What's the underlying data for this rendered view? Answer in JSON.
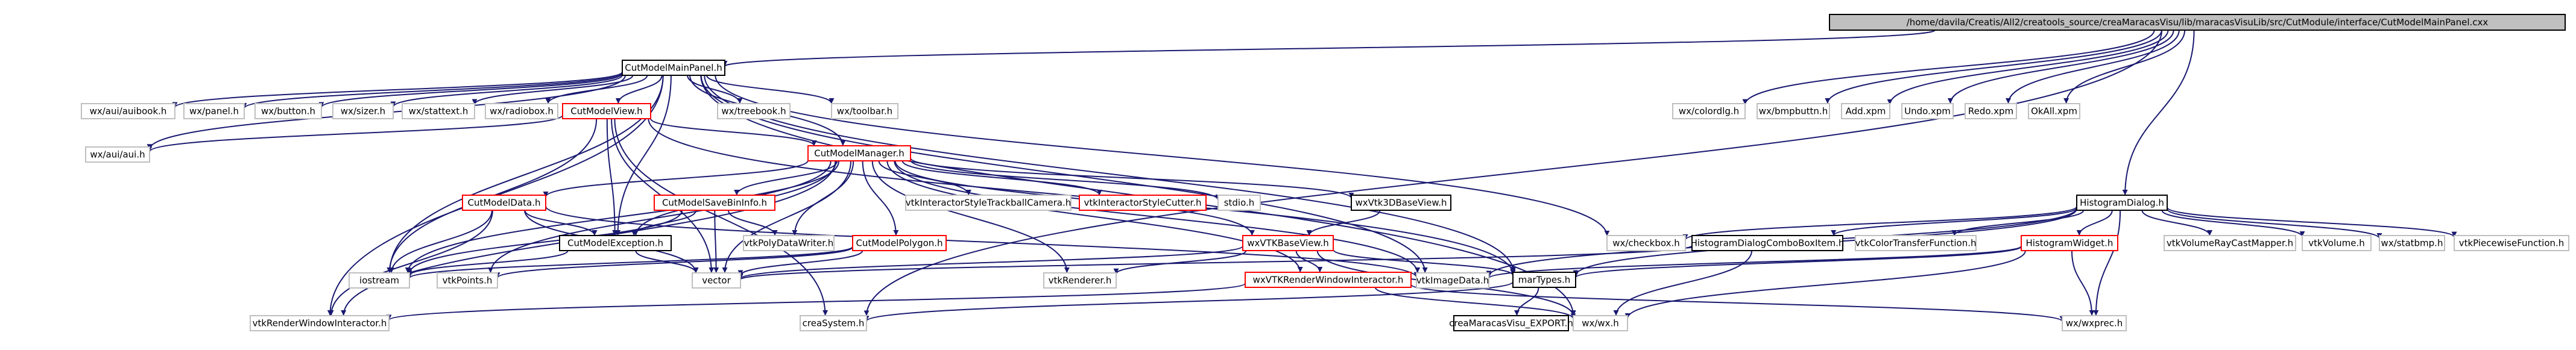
{
  "colors": {
    "edge": "#191970",
    "border_default": "#bfbfbf",
    "border_documented": "#000000",
    "border_undocumented": "#ff0000",
    "root_fill": "#bfbfbf",
    "node_fill": "#ffffff"
  },
  "nodes": [
    {
      "id": "root",
      "label": "/home/davila/Creatis/All2/creatools_source/creaMaracasVisu/lib/maracasVisuLib/src/CutModule/interface/CutModelMainPanel.cxx",
      "kind": "root"
    },
    {
      "id": "cmmp",
      "label": "CutModelMainPanel.h",
      "kind": "doc"
    },
    {
      "id": "colordlg",
      "label": "wx/colordlg.h",
      "kind": "ext"
    },
    {
      "id": "bmpbuttn",
      "label": "wx/bmpbuttn.h",
      "kind": "ext"
    },
    {
      "id": "addxpm",
      "label": "Add.xpm",
      "kind": "ext"
    },
    {
      "id": "undoxpm",
      "label": "Undo.xpm",
      "kind": "ext"
    },
    {
      "id": "redoxpm",
      "label": "Redo.xpm",
      "kind": "ext"
    },
    {
      "id": "okallxpm",
      "label": "OkAll.xpm",
      "kind": "ext"
    },
    {
      "id": "auibook",
      "label": "wx/aui/auibook.h",
      "kind": "ext"
    },
    {
      "id": "panel",
      "label": "wx/panel.h",
      "kind": "ext"
    },
    {
      "id": "button",
      "label": "wx/button.h",
      "kind": "ext"
    },
    {
      "id": "sizer",
      "label": "wx/sizer.h",
      "kind": "ext"
    },
    {
      "id": "stattext",
      "label": "wx/stattext.h",
      "kind": "ext"
    },
    {
      "id": "radiobox",
      "label": "wx/radiobox.h",
      "kind": "ext"
    },
    {
      "id": "cmview",
      "label": "CutModelView.h",
      "kind": "undoc"
    },
    {
      "id": "treebook",
      "label": "wx/treebook.h",
      "kind": "ext"
    },
    {
      "id": "toolbar",
      "label": "wx/toolbar.h",
      "kind": "ext"
    },
    {
      "id": "aui",
      "label": "wx/aui/aui.h",
      "kind": "ext"
    },
    {
      "id": "cmmanager",
      "label": "CutModelManager.h",
      "kind": "undoc"
    },
    {
      "id": "cmdata",
      "label": "CutModelData.h",
      "kind": "undoc"
    },
    {
      "id": "cmsaveinfo",
      "label": "CutModelSaveBinInfo.h",
      "kind": "undoc"
    },
    {
      "id": "trackball",
      "label": "vtkInteractorStyleTrackballCamera.h",
      "kind": "ext"
    },
    {
      "id": "stylecutter",
      "label": "vtkInteractorStyleCutter.h",
      "kind": "undoc"
    },
    {
      "id": "stdio",
      "label": "stdio.h",
      "kind": "ext"
    },
    {
      "id": "wxvtk3d",
      "label": "wxVtk3DBaseView.h",
      "kind": "doc"
    },
    {
      "id": "cmexception",
      "label": "CutModelException.h",
      "kind": "doc"
    },
    {
      "id": "polywriter",
      "label": "vtkPolyDataWriter.h",
      "kind": "ext"
    },
    {
      "id": "cmpolygon",
      "label": "CutModelPolygon.h",
      "kind": "undoc"
    },
    {
      "id": "wxvtkbase",
      "label": "wxVTKBaseView.h",
      "kind": "undoc"
    },
    {
      "id": "iostream",
      "label": "iostream",
      "kind": "ext"
    },
    {
      "id": "vtkpoints",
      "label": "vtkPoints.h",
      "kind": "ext"
    },
    {
      "id": "vector",
      "label": "vector",
      "kind": "ext"
    },
    {
      "id": "renderer",
      "label": "vtkRenderer.h",
      "kind": "ext"
    },
    {
      "id": "wxvtkrwi",
      "label": "wxVTKRenderWindowInteractor.h",
      "kind": "undoc"
    },
    {
      "id": "imagedata",
      "label": "vtkImageData.h",
      "kind": "ext"
    },
    {
      "id": "martypes",
      "label": "marTypes.h",
      "kind": "doc"
    },
    {
      "id": "vtkrwi",
      "label": "vtkRenderWindowInteractor.h",
      "kind": "ext"
    },
    {
      "id": "creasystem",
      "label": "creaSystem.h",
      "kind": "ext"
    },
    {
      "id": "wxh",
      "label": "wx/wx.h",
      "kind": "ext"
    },
    {
      "id": "export",
      "label": "creaMaracasVisu_EXPORT.h",
      "kind": "doc"
    },
    {
      "id": "histdialog",
      "label": "HistogramDialog.h",
      "kind": "doc"
    },
    {
      "id": "checkbox",
      "label": "wx/checkbox.h",
      "kind": "ext"
    },
    {
      "id": "histcombo",
      "label": "HistogramDialogComboBoxItem.h",
      "kind": "doc"
    },
    {
      "id": "colortf",
      "label": "vtkColorTransferFunction.h",
      "kind": "ext"
    },
    {
      "id": "histwidget",
      "label": "HistogramWidget.h",
      "kind": "undoc"
    },
    {
      "id": "raycast",
      "label": "vtkVolumeRayCastMapper.h",
      "kind": "ext"
    },
    {
      "id": "vtkvolume",
      "label": "vtkVolume.h",
      "kind": "ext"
    },
    {
      "id": "statbmp",
      "label": "wx/statbmp.h",
      "kind": "ext"
    },
    {
      "id": "piecewise",
      "label": "vtkPiecewiseFunction.h",
      "kind": "ext"
    },
    {
      "id": "wxprec",
      "label": "wx/wxprec.h",
      "kind": "ext"
    }
  ],
  "edges": [
    [
      "root",
      "cmmp"
    ],
    [
      "root",
      "colordlg"
    ],
    [
      "root",
      "bmpbuttn"
    ],
    [
      "root",
      "addxpm"
    ],
    [
      "root",
      "undoxpm"
    ],
    [
      "root",
      "redoxpm"
    ],
    [
      "root",
      "okallxpm"
    ],
    [
      "root",
      "histdialog"
    ],
    [
      "root",
      "creasystem"
    ],
    [
      "cmmp",
      "auibook"
    ],
    [
      "cmmp",
      "panel"
    ],
    [
      "cmmp",
      "button"
    ],
    [
      "cmmp",
      "sizer"
    ],
    [
      "cmmp",
      "stattext"
    ],
    [
      "cmmp",
      "radiobox"
    ],
    [
      "cmmp",
      "cmview"
    ],
    [
      "cmmp",
      "treebook"
    ],
    [
      "cmmp",
      "toolbar"
    ],
    [
      "cmmp",
      "aui"
    ],
    [
      "cmmp",
      "cmmanager"
    ],
    [
      "cmmp",
      "checkbox"
    ],
    [
      "cmmp",
      "iostream"
    ],
    [
      "cmmp",
      "cmexception"
    ],
    [
      "cmmp",
      "vtkrwi"
    ],
    [
      "cmmp",
      "imagedata"
    ],
    [
      "cmmp",
      "martypes"
    ],
    [
      "cmmp",
      "wxh"
    ],
    [
      "cmview",
      "aui"
    ],
    [
      "cmview",
      "cmmanager"
    ],
    [
      "cmview",
      "cmexception"
    ],
    [
      "cmview",
      "iostream"
    ],
    [
      "cmview",
      "vector"
    ],
    [
      "cmview",
      "creasystem"
    ],
    [
      "cmview",
      "martypes"
    ],
    [
      "cmmanager",
      "cmdata"
    ],
    [
      "cmmanager",
      "cmsaveinfo"
    ],
    [
      "cmmanager",
      "trackball"
    ],
    [
      "cmmanager",
      "stylecutter"
    ],
    [
      "cmmanager",
      "stdio"
    ],
    [
      "cmmanager",
      "wxvtk3d"
    ],
    [
      "cmmanager",
      "cmexception"
    ],
    [
      "cmmanager",
      "polywriter"
    ],
    [
      "cmmanager",
      "cmpolygon"
    ],
    [
      "cmmanager",
      "wxvtkbase"
    ],
    [
      "cmmanager",
      "iostream"
    ],
    [
      "cmmanager",
      "vtkpoints"
    ],
    [
      "cmmanager",
      "vector"
    ],
    [
      "cmmanager",
      "renderer"
    ],
    [
      "cmmanager",
      "wxvtkrwi"
    ],
    [
      "cmmanager",
      "imagedata"
    ],
    [
      "cmmanager",
      "vtkrwi"
    ],
    [
      "cmdata",
      "cmexception"
    ],
    [
      "cmdata",
      "iostream"
    ],
    [
      "cmdata",
      "vtkrwi"
    ],
    [
      "cmdata",
      "vector"
    ],
    [
      "cmdata",
      "imagedata"
    ],
    [
      "cmsaveinfo",
      "cmexception"
    ],
    [
      "cmsaveinfo",
      "polywriter"
    ],
    [
      "cmsaveinfo",
      "iostream"
    ],
    [
      "cmsaveinfo",
      "vector"
    ],
    [
      "cmexception",
      "iostream"
    ],
    [
      "cmexception",
      "vector"
    ],
    [
      "cmpolygon",
      "vtkpoints"
    ],
    [
      "cmpolygon",
      "vector"
    ],
    [
      "cmpolygon",
      "iostream"
    ],
    [
      "wxvtk3d",
      "wxvtkbase"
    ],
    [
      "wxvtkbase",
      "renderer"
    ],
    [
      "wxvtkbase",
      "wxvtkrwi"
    ],
    [
      "wxvtkbase",
      "vector"
    ],
    [
      "wxvtkbase",
      "martypes"
    ],
    [
      "wxvtkbase",
      "wxh"
    ],
    [
      "wxvtkrwi",
      "vtkrwi"
    ],
    [
      "wxvtkrwi",
      "wxh"
    ],
    [
      "wxvtkrwi",
      "wxprec"
    ],
    [
      "martypes",
      "export"
    ],
    [
      "martypes",
      "creasystem"
    ],
    [
      "histdialog",
      "checkbox"
    ],
    [
      "histdialog",
      "histcombo"
    ],
    [
      "histdialog",
      "colortf"
    ],
    [
      "histdialog",
      "histwidget"
    ],
    [
      "histdialog",
      "raycast"
    ],
    [
      "histdialog",
      "vtkvolume"
    ],
    [
      "histdialog",
      "statbmp"
    ],
    [
      "histdialog",
      "piecewise"
    ],
    [
      "histdialog",
      "imagedata"
    ],
    [
      "histdialog",
      "wxprec"
    ],
    [
      "histdialog",
      "martypes"
    ],
    [
      "histcombo",
      "wxh"
    ],
    [
      "histcombo",
      "vector"
    ],
    [
      "histwidget",
      "imagedata"
    ],
    [
      "histwidget",
      "martypes"
    ],
    [
      "histwidget",
      "wxh"
    ],
    [
      "histwidget",
      "wxprec"
    ]
  ]
}
